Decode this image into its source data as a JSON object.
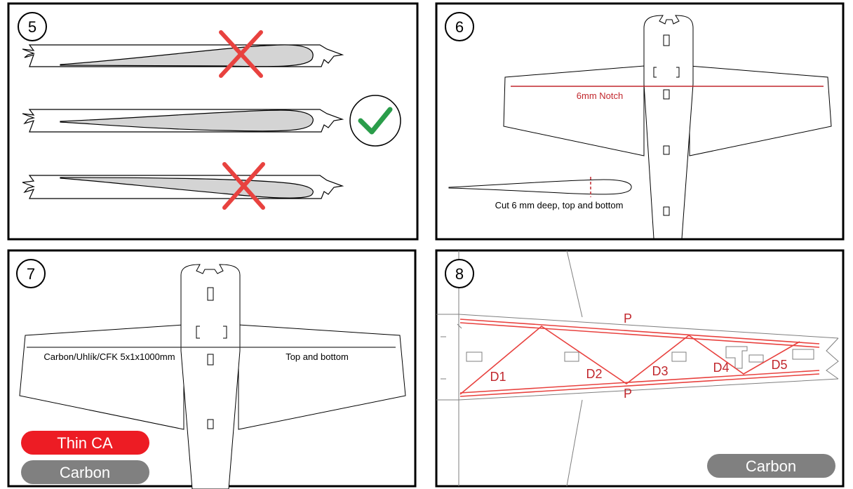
{
  "panels": [
    {
      "number": "5",
      "airfoils": [
        {
          "status": "wrong",
          "icon": "red-x-icon"
        },
        {
          "status": "correct",
          "icon": "green-checkmark-icon"
        },
        {
          "status": "wrong",
          "icon": "red-x-icon"
        }
      ]
    },
    {
      "number": "6",
      "notch_label": "6mm Notch",
      "cut_label": "Cut 6 mm deep, top and bottom"
    },
    {
      "number": "7",
      "carbon_label": "Carbon/Uhlík/CFK 5x1x1000mm",
      "top_bottom_label": "Top and bottom",
      "legend": [
        {
          "label": "Thin CA",
          "color": "#ed1c24"
        },
        {
          "label": "Carbon",
          "color": "#808080"
        }
      ]
    },
    {
      "number": "8",
      "labels": {
        "p_top": "P",
        "p_bottom": "P",
        "d1": "D1",
        "d2": "D2",
        "d3": "D3",
        "d4": "D4",
        "d5": "D5"
      },
      "legend": [
        {
          "label": "Carbon",
          "color": "#808080"
        }
      ]
    }
  ],
  "colors": {
    "red": "#e8423f",
    "dark_red": "#c1272d",
    "green": "#2a9d4a",
    "foil_fill": "#d4d4d4",
    "gray_badge": "#7f7f7f"
  }
}
